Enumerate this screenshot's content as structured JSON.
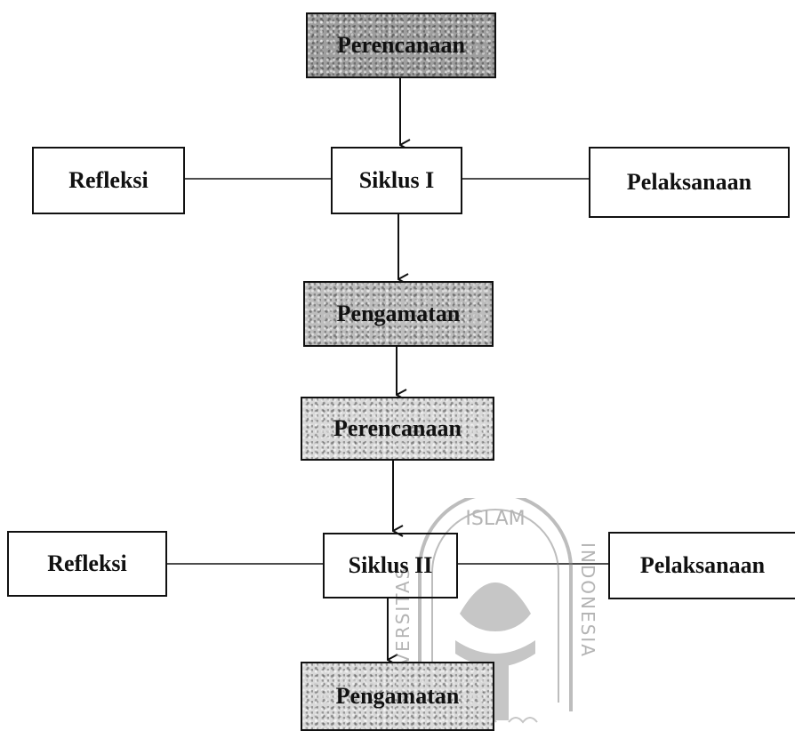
{
  "nodes": {
    "perencanaan_1": "Perencanaan",
    "siklus_1": "Siklus I",
    "refleksi_1": "Refleksi",
    "pelaksanaan_1": "Pelaksanaan",
    "pengamatan_1": "Pengamatan",
    "perencanaan_2": "Perencanaan",
    "siklus_2": "Siklus II",
    "refleksi_2": "Refleksi",
    "pelaksanaan_2": "Pelaksanaan",
    "pengamatan_2": "Pengamatan"
  },
  "watermark": {
    "top_text": "ISLAM",
    "left_text": "UNIVERSITAS",
    "right_text": "INDONESIA"
  }
}
